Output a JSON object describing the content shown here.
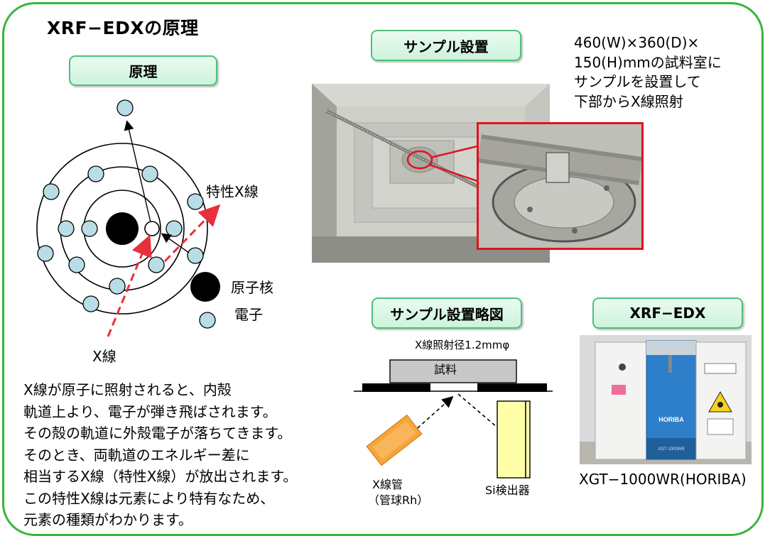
{
  "title": "XRF−EDXの原理",
  "sections": {
    "principle": "原理",
    "sample_setup": "サンプル設置",
    "sample_schematic": "サンプル設置略図",
    "xrf_edx": "XRF−EDX"
  },
  "atom_diagram": {
    "characteristic_xray": "特性X線",
    "nucleus": "原子核",
    "electron": "電子",
    "xray": "X線"
  },
  "explanation_lines": [
    "X線が原子に照射されると、内殻",
    "軌道上より、電子が弾き飛ばされます。",
    "その殻の軌道に外殻電子が落ちてきます。",
    "そのとき、両軌道のエネルギー差に",
    "相当するX線（特性X線）が放出されます。",
    "この特性X線は元素により特有なため、",
    "元素の種類がわかります。"
  ],
  "chamber_note_lines": [
    "460(W)×360(D)×",
    "150(H)mmの試料室に",
    "サンプルを設置して",
    "下部からX線照射"
  ],
  "schematic": {
    "beam_diameter": "X線照射径1.2mmφ",
    "sample": "試料",
    "tube_line1": "X線管",
    "tube_line2": "（管球Rh）",
    "detector": "Si検出器"
  },
  "instrument_caption": "XGT−1000WR(HORIBA)",
  "instrument_photo": {
    "brand": "HORIBA",
    "model": "XGT-1000WR"
  },
  "colors": {
    "frame": "#3cb33c",
    "label_fill": "#d6f5e2",
    "electron": "#b9dde6",
    "xray_arrow": "#e8303a",
    "tube": "#f7a43a",
    "detector": "#ffffa8"
  }
}
